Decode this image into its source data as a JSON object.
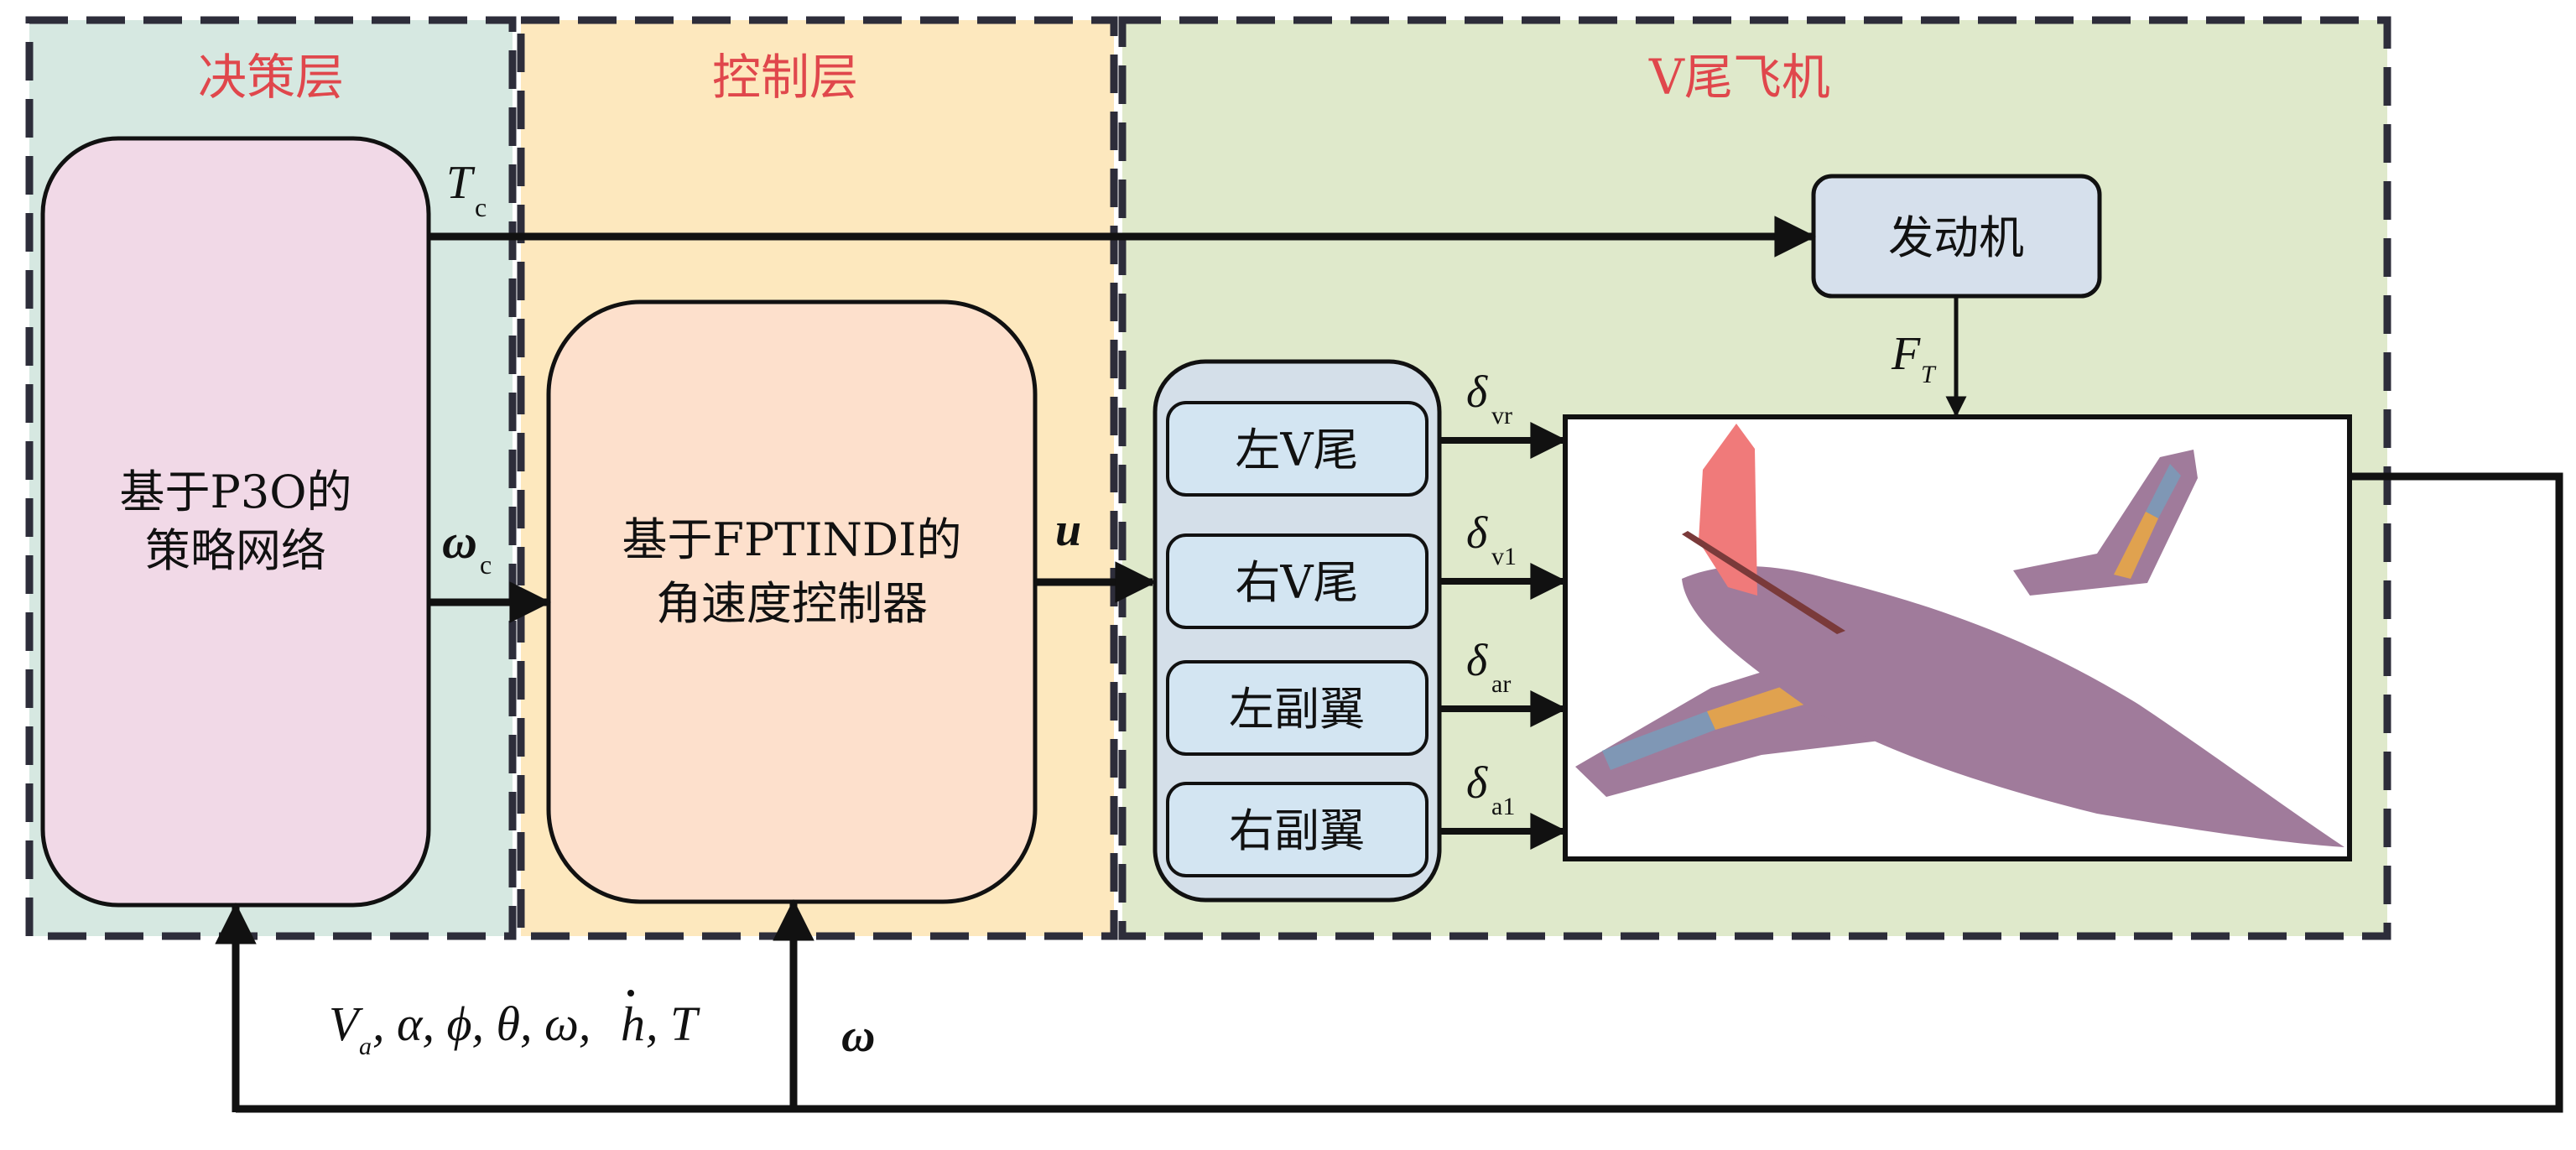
{
  "panels": {
    "decision": {
      "title": "决策层",
      "color": "#d6e8e1"
    },
    "control": {
      "title": "控制层",
      "color": "#fde8be"
    },
    "aircraft": {
      "title": "V尾飞机",
      "color": "#dfe9cb"
    }
  },
  "boxes": {
    "policy": {
      "line1": "基于P3O的",
      "line2": "策略网络",
      "color": "#f1d9e7"
    },
    "controller": {
      "line1": "基于FPTINDI的",
      "line2": "角速度控制器",
      "color": "#fde0cc"
    },
    "engine": {
      "label": "发动机",
      "color": "#d6e0ec"
    },
    "actuators": {
      "color": "#d4dfe9",
      "items": [
        {
          "label": "左V尾",
          "signal": "δ",
          "signal_sub": "vr"
        },
        {
          "label": "右V尾",
          "signal": "δ",
          "signal_sub": "v1"
        },
        {
          "label": "左副翼",
          "signal": "δ",
          "signal_sub": "ar"
        },
        {
          "label": "右副翼",
          "signal": "δ",
          "signal_sub": "a1"
        }
      ]
    },
    "aircraft_image": {
      "body_color": "#a07b9b",
      "rudder_color": "#f07a7a",
      "aileron_inner_color": "#e0a24f",
      "aileron_outer_color": "#7f97b5"
    }
  },
  "signals": {
    "thrust_cmd": {
      "main": "T",
      "sub": "c"
    },
    "rate_cmd": {
      "main": "ω",
      "sub": "c"
    },
    "control_input": {
      "main": "u"
    },
    "thrust_force": {
      "main": "F",
      "sub": "T"
    },
    "feedback_state": {
      "text_parts": [
        "V",
        "a",
        ", α, ϕ, θ, ω, ",
        "h",
        ", T"
      ]
    },
    "feedback_rate": {
      "main": "ω"
    }
  }
}
